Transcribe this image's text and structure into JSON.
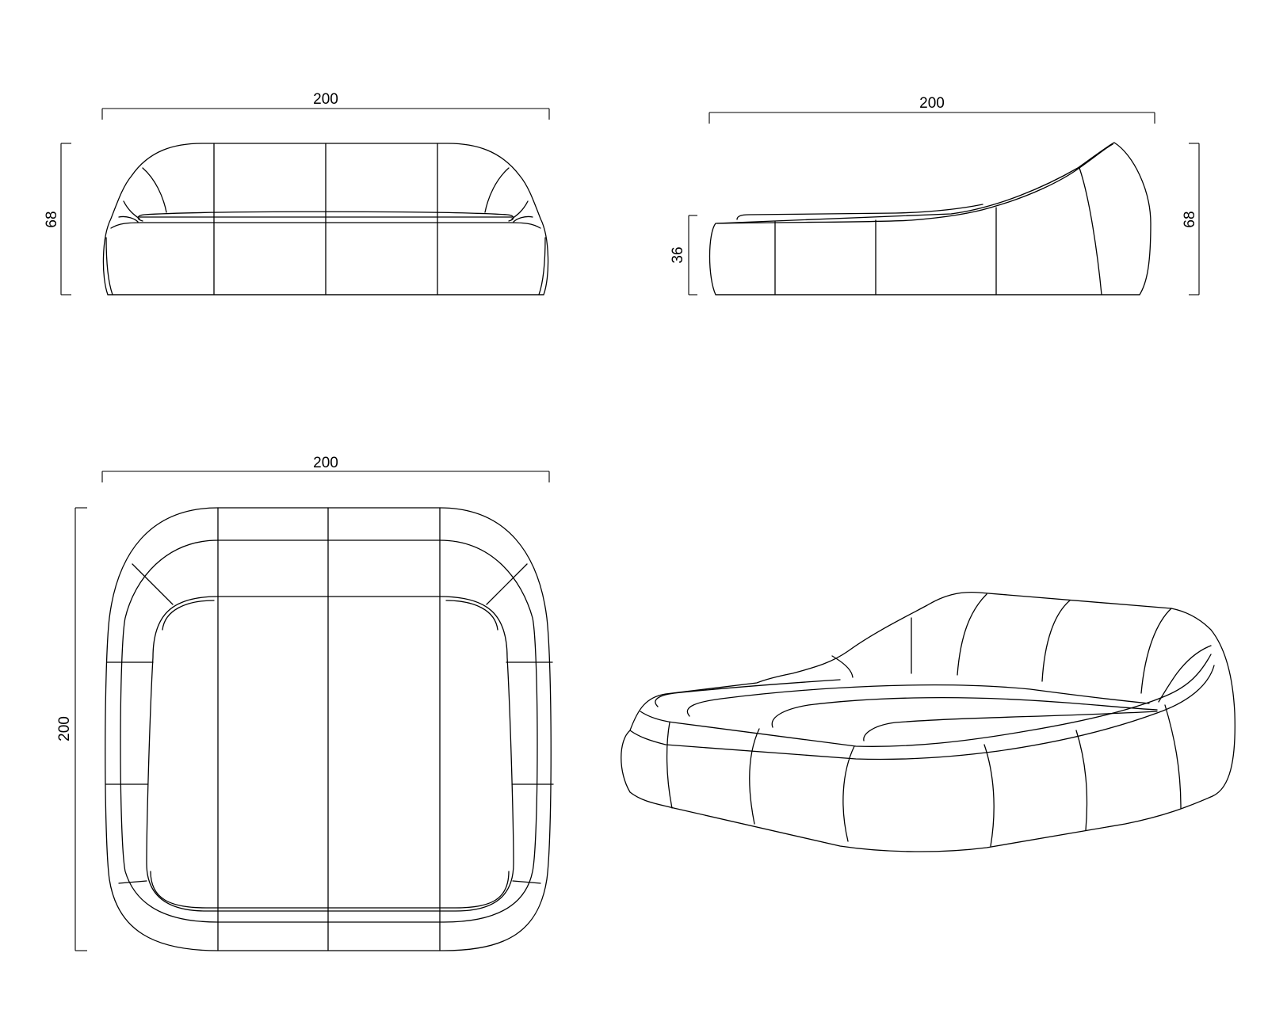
{
  "views": {
    "front": {
      "width_label": "200",
      "height_label": "68"
    },
    "side": {
      "width_label": "200",
      "seat_height_label": "36",
      "height_label": "68"
    },
    "top": {
      "width_label": "200",
      "depth_label": "200"
    },
    "perspective": {}
  }
}
